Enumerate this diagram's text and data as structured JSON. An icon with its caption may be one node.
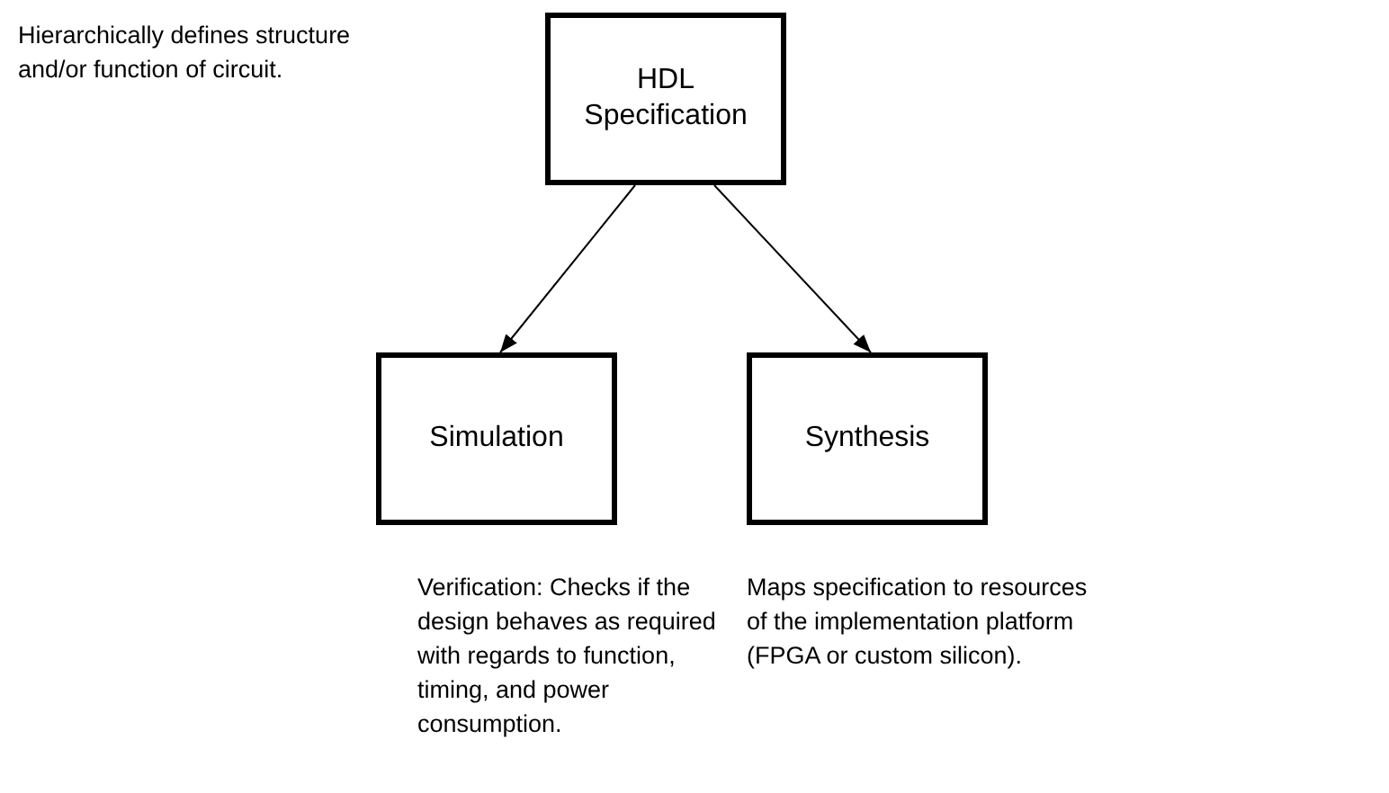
{
  "diagram": {
    "nodes": [
      {
        "text": [
          "HDL Specification"
        ]
      },
      {
        "text": [
          "Simulation"
        ],
        "beside": [
          "Verification: Checks if the design behaves as required with regards to function, timing, and power consumption."
        ]
      },
      {
        "text": [
          "Synthesis"
        ],
        "beside": [
          "Maps specification to resources of the implementation platform (FPGA or custom silicon)."
        ]
      }
    ],
    "edges": [
      {
        "from": 0,
        "to": 1,
        "arrow": "to"
      },
      {
        "from": 0,
        "to": 2,
        "arrow": "to"
      }
    ],
    "labels": [
      "Hierarchically defines structure and/or function of circuit."
    ]
  }
}
